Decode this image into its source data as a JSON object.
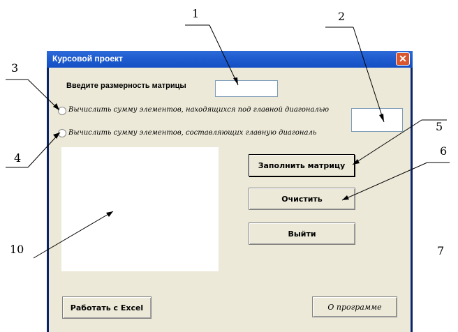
{
  "window": {
    "title": "Курсовой проект",
    "close_glyph": "✕"
  },
  "form": {
    "dimension_label": "Введите размерность матрицы",
    "dimension_value": "",
    "result_value": "",
    "option_below_diag": "Вычислить сумму элементов, находящихся под главной диагональю",
    "option_main_diag": "Вычислить сумму элементов, составляющих главную диагональ",
    "list_value": ""
  },
  "buttons": {
    "fill": "Заполнить матрицу",
    "clear": "Очистить",
    "exit": "Выйти",
    "excel": "Работать с Excel",
    "about": "О программе"
  },
  "callouts": [
    "1",
    "2",
    "3",
    "4",
    "5",
    "6",
    "7",
    "10"
  ],
  "colors": {
    "titlebar": "#1f5ccf",
    "client": "#ece9d8",
    "close": "#d9572f"
  }
}
